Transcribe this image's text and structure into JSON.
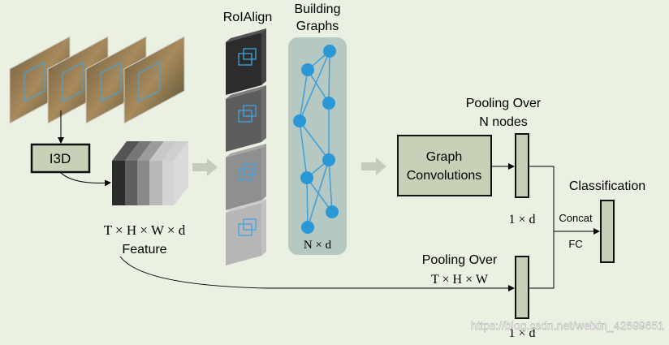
{
  "labels": {
    "roialign": "RoIAlign",
    "building_line1": "Building",
    "building_line2": "Graphs",
    "i3d": "I3D",
    "feature_dims": "T × H × W × d",
    "feature_word": "Feature",
    "graph_size": "N × d",
    "gc_line1": "Graph",
    "gc_line2": "Convolutions",
    "pool_nodes_line1": "Pooling Over",
    "pool_nodes_line2": "N nodes",
    "pool_feat_line1": "Pooling Over",
    "pool_feat_line2": "T × H × W",
    "dim_top": "1 × d",
    "dim_bottom": "1 × d",
    "classification": "Classification",
    "concat": "Concat",
    "fc": "FC",
    "watermark": "https://blog.csdn.net/weixin_42699651"
  },
  "colors": {
    "background": "#eaf0e2",
    "box_fill": "#c6d1b8",
    "graph_panel": "#b5c8c2",
    "node": "#2a98d6",
    "edge": "#3f9fd8",
    "arrow": "#c5ccbc",
    "roi_box": "#42a3e0"
  },
  "icons": {
    "video_frames": "video-frame-stack-icon",
    "roi_features": "roi-feature-map-icon",
    "feature_volume": "feature-volume-cube-icon"
  }
}
